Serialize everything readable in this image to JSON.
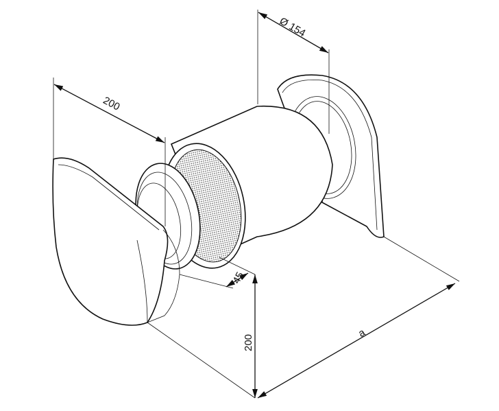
{
  "dimensions": {
    "diameter": "Ø 154",
    "hood_length": "200",
    "hood_depth": "45",
    "hood_height": "200",
    "wall_length": "a"
  }
}
